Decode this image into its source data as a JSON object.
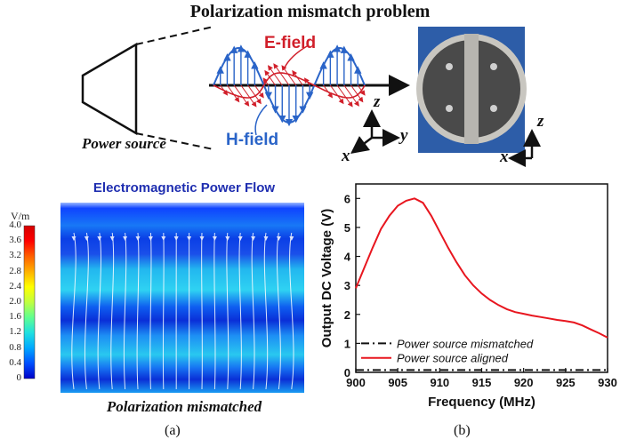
{
  "figure": {
    "title": "Polarization mismatch problem",
    "power_source_label": "Power source",
    "e_field_label": "E-field",
    "h_field_label": "H-field",
    "axes_left": {
      "z": "z",
      "y": "y",
      "x": "x"
    },
    "axes_right": {
      "z": "z",
      "x": "x"
    },
    "panel_a_label": "(a)",
    "panel_b_label": "(b)"
  },
  "simulation": {
    "title": "Electromagnetic Power Flow",
    "colorbar_unit": "V/m",
    "colorbar_ticks": [
      "4.0",
      "3.6",
      "3.2",
      "2.8",
      "2.4",
      "2.0",
      "1.6",
      "1.2",
      "0.8",
      "0.4",
      "0"
    ],
    "colorbar_colors": [
      "#0000c8",
      "#0050ff",
      "#00a8ff",
      "#20e0e0",
      "#60ff90",
      "#c0ff40",
      "#ffff00",
      "#ffb000",
      "#ff6000",
      "#ff0000",
      "#d40000"
    ],
    "caption": "Polarization mismatched"
  },
  "chart_data": {
    "type": "line",
    "xlabel": "Frequency (MHz)",
    "ylabel": "Output DC Voltage (V)",
    "xlim": [
      900,
      930
    ],
    "ylim": [
      0,
      6.5
    ],
    "xticks": [
      "900",
      "905",
      "910",
      "915",
      "920",
      "925",
      "930"
    ],
    "yticks": [
      "0",
      "1",
      "2",
      "3",
      "4",
      "5",
      "6"
    ],
    "grid": false,
    "legend": "bottom-left",
    "series": [
      {
        "name": "Power source mismatched",
        "color": "#111111",
        "style": "dash-dot",
        "x": [
          900,
          905,
          910,
          915,
          920,
          925,
          930
        ],
        "y": [
          0.08,
          0.08,
          0.08,
          0.08,
          0.08,
          0.08,
          0.08
        ]
      },
      {
        "name": "Power source aligned",
        "color": "#e8161f",
        "style": "solid",
        "x": [
          900,
          901,
          902,
          903,
          904,
          905,
          906,
          907,
          908,
          909,
          910,
          911,
          912,
          913,
          914,
          915,
          916,
          917,
          918,
          919,
          920,
          921,
          922,
          923,
          924,
          925,
          926,
          927,
          928,
          929,
          930
        ],
        "y": [
          2.9,
          3.6,
          4.3,
          4.95,
          5.4,
          5.75,
          5.92,
          6.0,
          5.85,
          5.4,
          4.85,
          4.3,
          3.8,
          3.35,
          3.0,
          2.72,
          2.5,
          2.32,
          2.18,
          2.08,
          2.02,
          1.96,
          1.91,
          1.86,
          1.81,
          1.77,
          1.72,
          1.62,
          1.48,
          1.35,
          1.2
        ]
      }
    ]
  }
}
